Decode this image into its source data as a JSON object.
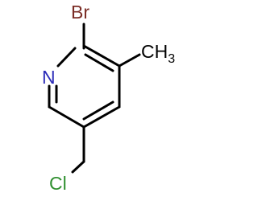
{
  "molecule": {
    "atoms": {
      "bromine": "Br",
      "nitrogen": "N",
      "methyl_carbon": "CH",
      "methyl_subscript": "3",
      "chlorine": "Cl"
    },
    "colors": {
      "bond": "#000000",
      "bromine": "#7b2d26",
      "nitrogen": "#2a2ab8",
      "carbon": "#000000",
      "chlorine": "#2f8f2f"
    }
  }
}
